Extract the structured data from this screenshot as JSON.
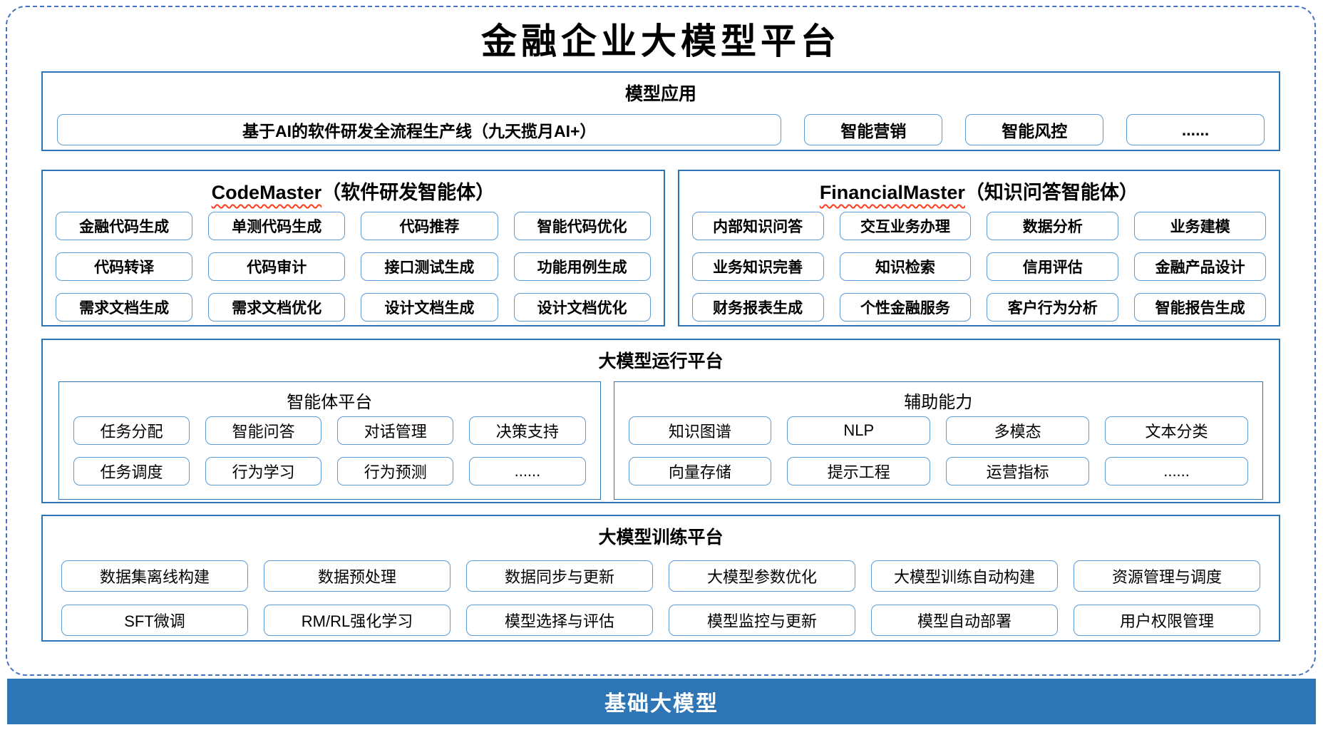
{
  "title": "金融企业大模型平台",
  "model_app": {
    "header": "模型应用",
    "main_item": "基于AI的软件研发全流程生产线（九天揽月AI+）",
    "items": [
      "智能营销",
      "智能风控",
      "......"
    ]
  },
  "code_master": {
    "name": "CodeMaster",
    "suffix": "（软件研发智能体）",
    "items": [
      "金融代码生成",
      "单测代码生成",
      "代码推荐",
      "智能代码优化",
      "代码转译",
      "代码审计",
      "接口测试生成",
      "功能用例生成",
      "需求文档生成",
      "需求文档优化",
      "设计文档生成",
      "设计文档优化"
    ]
  },
  "financial_master": {
    "name": "FinancialMaster",
    "suffix": "（知识问答智能体）",
    "items": [
      "内部知识问答",
      "交互业务办理",
      "数据分析",
      "业务建模",
      "业务知识完善",
      "知识检索",
      "信用评估",
      "金融产品设计",
      "财务报表生成",
      "个性金融服务",
      "客户行为分析",
      "智能报告生成"
    ]
  },
  "runtime_platform": {
    "header": "大模型运行平台",
    "agent_platform": {
      "header": "智能体平台",
      "items": [
        "任务分配",
        "智能问答",
        "对话管理",
        "决策支持",
        "任务调度",
        "行为学习",
        "行为预测",
        "......"
      ]
    },
    "auxiliary": {
      "header": "辅助能力",
      "items": [
        "知识图谱",
        "NLP",
        "多模态",
        "文本分类",
        "向量存储",
        "提示工程",
        "运营指标",
        "......"
      ]
    }
  },
  "training_platform": {
    "header": "大模型训练平台",
    "items": [
      "数据集离线构建",
      "数据预处理",
      "数据同步与更新",
      "大模型参数优化",
      "大模型训练自动构建",
      "资源管理与调度",
      "SFT微调",
      "RM/RL强化学习",
      "模型选择与评估",
      "模型监控与更新",
      "模型自动部署",
      "用户权限管理"
    ]
  },
  "base_model_bar": "基础大模型",
  "colors": {
    "section_border": "#2E75B6",
    "pill_border": "#5B9BD5",
    "dashed_border": "#4472C4",
    "base_bar_bg": "#2E75B6",
    "base_bar_text": "#FFFFFF",
    "squiggle": "#FF3B1D"
  }
}
